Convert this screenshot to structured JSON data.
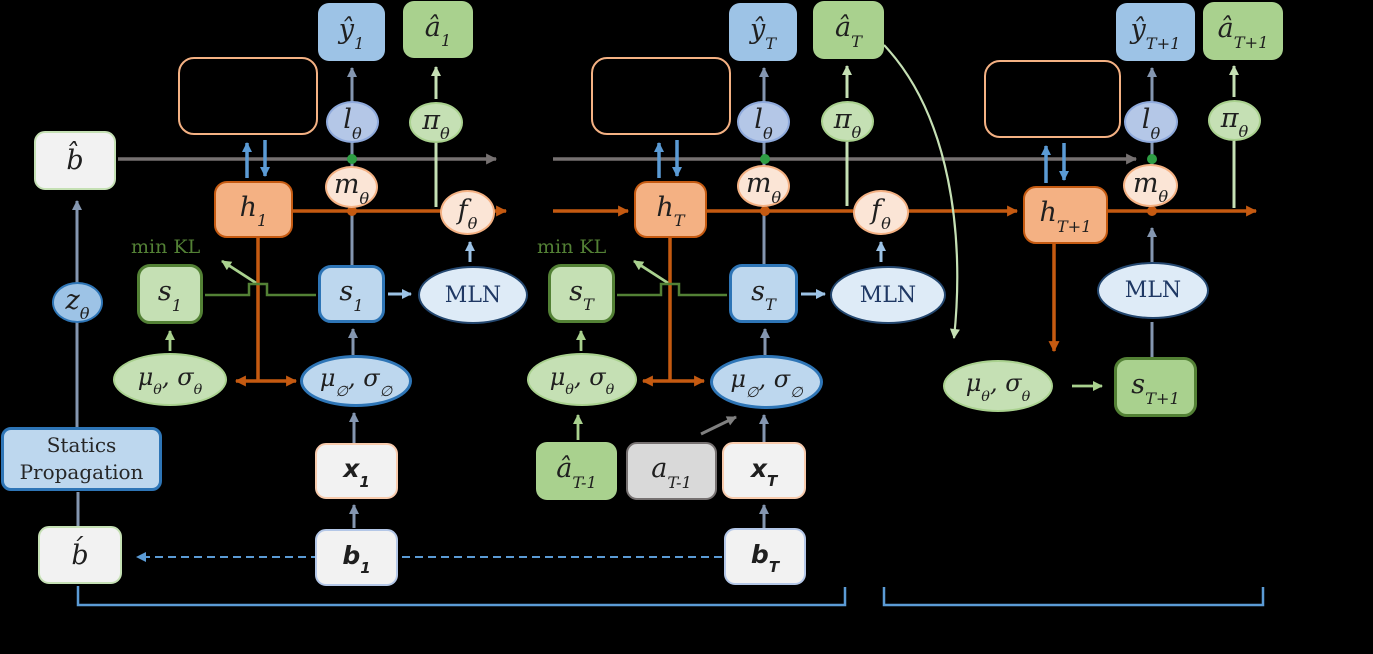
{
  "figure": {
    "background": "#000000"
  },
  "palette": {
    "blue_fill": "#9DC3E6",
    "blue_light": "#BDD7EE",
    "blue_pale": "#DEEBF7",
    "blue_border": "#2E75B6",
    "blue_line": "#5B9BD5",
    "periwinkle": "#B4C7E7",
    "green_med": "#A9D18E",
    "green_light": "#C5E0B4",
    "green_dark": "#538135",
    "green_dot": "#2E9E44",
    "orange_med": "#F4B183",
    "orange_light": "#F8CBAD",
    "orange_pale": "#FBE5D6",
    "orange_dark": "#C55A11",
    "gray_line": "#767171",
    "slate": "#8496B0",
    "gray_fill": "#D9D9D9",
    "white_fill": "#F2F2F2"
  },
  "nodes": {
    "bhat": {
      "main": "b̂"
    },
    "z": {
      "main": "z",
      "sub": "θ"
    },
    "statics": {
      "line1": "Statics",
      "line2": "Propagation"
    },
    "bprime": {
      "main": "b́"
    },
    "yhat1": {
      "main": "ŷ",
      "sub": "1"
    },
    "ahat1": {
      "main": "â",
      "sub": "1"
    },
    "l1": {
      "main": "l",
      "sub": "θ"
    },
    "pi1": {
      "main": "π",
      "sub": "θ"
    },
    "m1": {
      "main": "m",
      "sub": "θ"
    },
    "h1": {
      "main": "h",
      "sub": "1"
    },
    "sbar1": {
      "main": "s",
      "sub": "1"
    },
    "s1": {
      "main": "s",
      "sub": "1"
    },
    "minkl1": {
      "text": "min KL"
    },
    "mln1": {
      "text": "MLN"
    },
    "f1": {
      "main": "f",
      "sub": "θ"
    },
    "muprior1": {
      "m1": "μ",
      "s1": "θ",
      "sep": ", ",
      "m2": "σ",
      "s2": "θ"
    },
    "mupost1": {
      "m1": "μ",
      "s1": "∅",
      "sep": ", ",
      "m2": "σ",
      "s2": "∅"
    },
    "x1": {
      "main": "x",
      "sub": "1"
    },
    "b1": {
      "main": "b",
      "sub": "1"
    },
    "yhatT": {
      "main": "ŷ",
      "sub": "T"
    },
    "ahatT": {
      "main": "â",
      "sub": "T"
    },
    "lT": {
      "main": "l",
      "sub": "θ"
    },
    "piT": {
      "main": "π",
      "sub": "θ"
    },
    "mT": {
      "main": "m",
      "sub": "θ"
    },
    "hT": {
      "main": "h",
      "sub": "T"
    },
    "sbarT": {
      "main": "s",
      "sub": "T"
    },
    "sT": {
      "main": "s",
      "sub": "T"
    },
    "minklT": {
      "text": "min KL"
    },
    "mlnT": {
      "text": "MLN"
    },
    "fT": {
      "main": "f",
      "sub": "θ"
    },
    "mupriorT": {
      "m1": "μ",
      "s1": "θ",
      "sep": ", ",
      "m2": "σ",
      "s2": "θ"
    },
    "mupostT": {
      "m1": "μ",
      "s1": "∅",
      "sep": ", ",
      "m2": "σ",
      "s2": "∅"
    },
    "ahatTm1": {
      "main": "â",
      "sub": "T-1"
    },
    "aTm1": {
      "main": "a",
      "sub": "T-1"
    },
    "xT": {
      "main": "x",
      "sub": "T"
    },
    "bT": {
      "main": "b",
      "sub": "T"
    },
    "yhatT1": {
      "main": "ŷ",
      "sub": "T+1"
    },
    "ahatT1": {
      "main": "â",
      "sub": "T+1"
    },
    "lT1": {
      "main": "l",
      "sub": "θ"
    },
    "piT1": {
      "main": "π",
      "sub": "θ"
    },
    "mT1": {
      "main": "m",
      "sub": "θ"
    },
    "hT1": {
      "main": "h",
      "sub": "T+1"
    },
    "mlnT1": {
      "text": "MLN"
    },
    "mupriorT1": {
      "m1": "μ",
      "s1": "θ",
      "sep": ", ",
      "m2": "σ",
      "s2": "θ"
    },
    "sT1": {
      "main": "s",
      "sub": "T+1"
    }
  }
}
